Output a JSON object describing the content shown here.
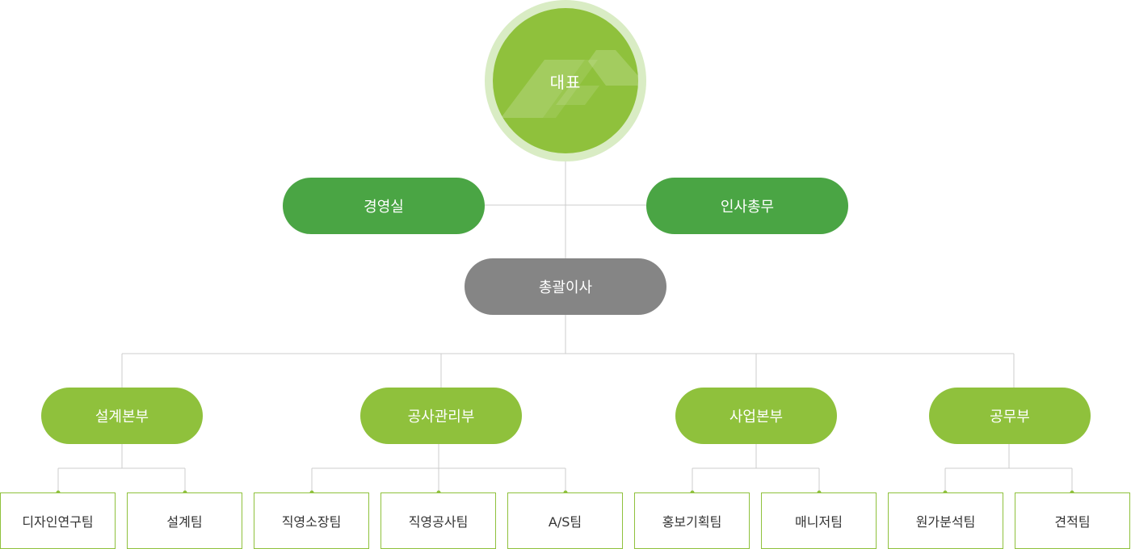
{
  "colors": {
    "accent_light": "#8fc13c",
    "accent_dark": "#4aa544",
    "neutral": "#858585",
    "connector": "#cccccc"
  },
  "ceo": {
    "label": "대표",
    "icon": "company-logo-icon"
  },
  "staff": {
    "left": "경영실",
    "right": "인사총무"
  },
  "director": {
    "label": "총괄이사"
  },
  "divisions": [
    {
      "label": "설계본부",
      "teams": [
        "디자인연구팀",
        "설계팀"
      ]
    },
    {
      "label": "공사관리부",
      "teams": [
        "직영소장팀",
        "직영공사팀",
        "A/S팀"
      ]
    },
    {
      "label": "사업본부",
      "teams": [
        "홍보기획팀",
        "매니저팀"
      ]
    },
    {
      "label": "공무부",
      "teams": [
        "원가분석팀",
        "견적팀"
      ]
    }
  ]
}
